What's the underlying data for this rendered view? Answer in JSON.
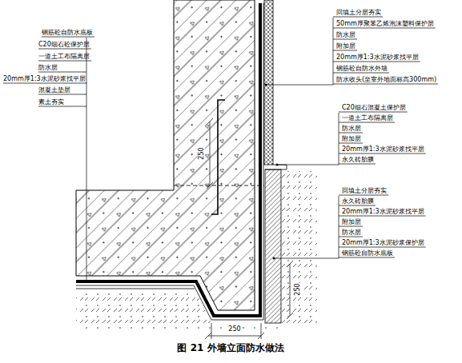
{
  "diagram": {
    "caption": "图 21 外墙立面防水做法",
    "labels": [
      "钢筋砼自防水底板",
      "C20细石砼保护层",
      "一道土工布隔离层",
      "防水层",
      "20mm厚1:3水泥砂浆找平层",
      "混凝土垫层",
      "素土夯实",
      "回填土分层夯实",
      "50mm厚聚苯乙烯泡沫塑料保护层",
      "防水层",
      "附加层",
      "20mm厚1:3水泥砂浆找平层",
      "钢筋砼自防水外墙",
      "防水收头(至室外地面标高300mm)",
      "250",
      "C20细石混凝土保护层",
      "一道土工布隔离层",
      "防水层",
      "附加层",
      "20mm厚1:3水泥砂浆找平层",
      "永久砖胎膜",
      "回填土分层夯实",
      "永久砖胎膜",
      "20mm厚1:3水泥砂浆找平层",
      "附加层",
      "防水层",
      "20mm厚1:3水泥砂浆保护层",
      "钢筋砼自防水底板",
      "250",
      "250"
    ]
  }
}
